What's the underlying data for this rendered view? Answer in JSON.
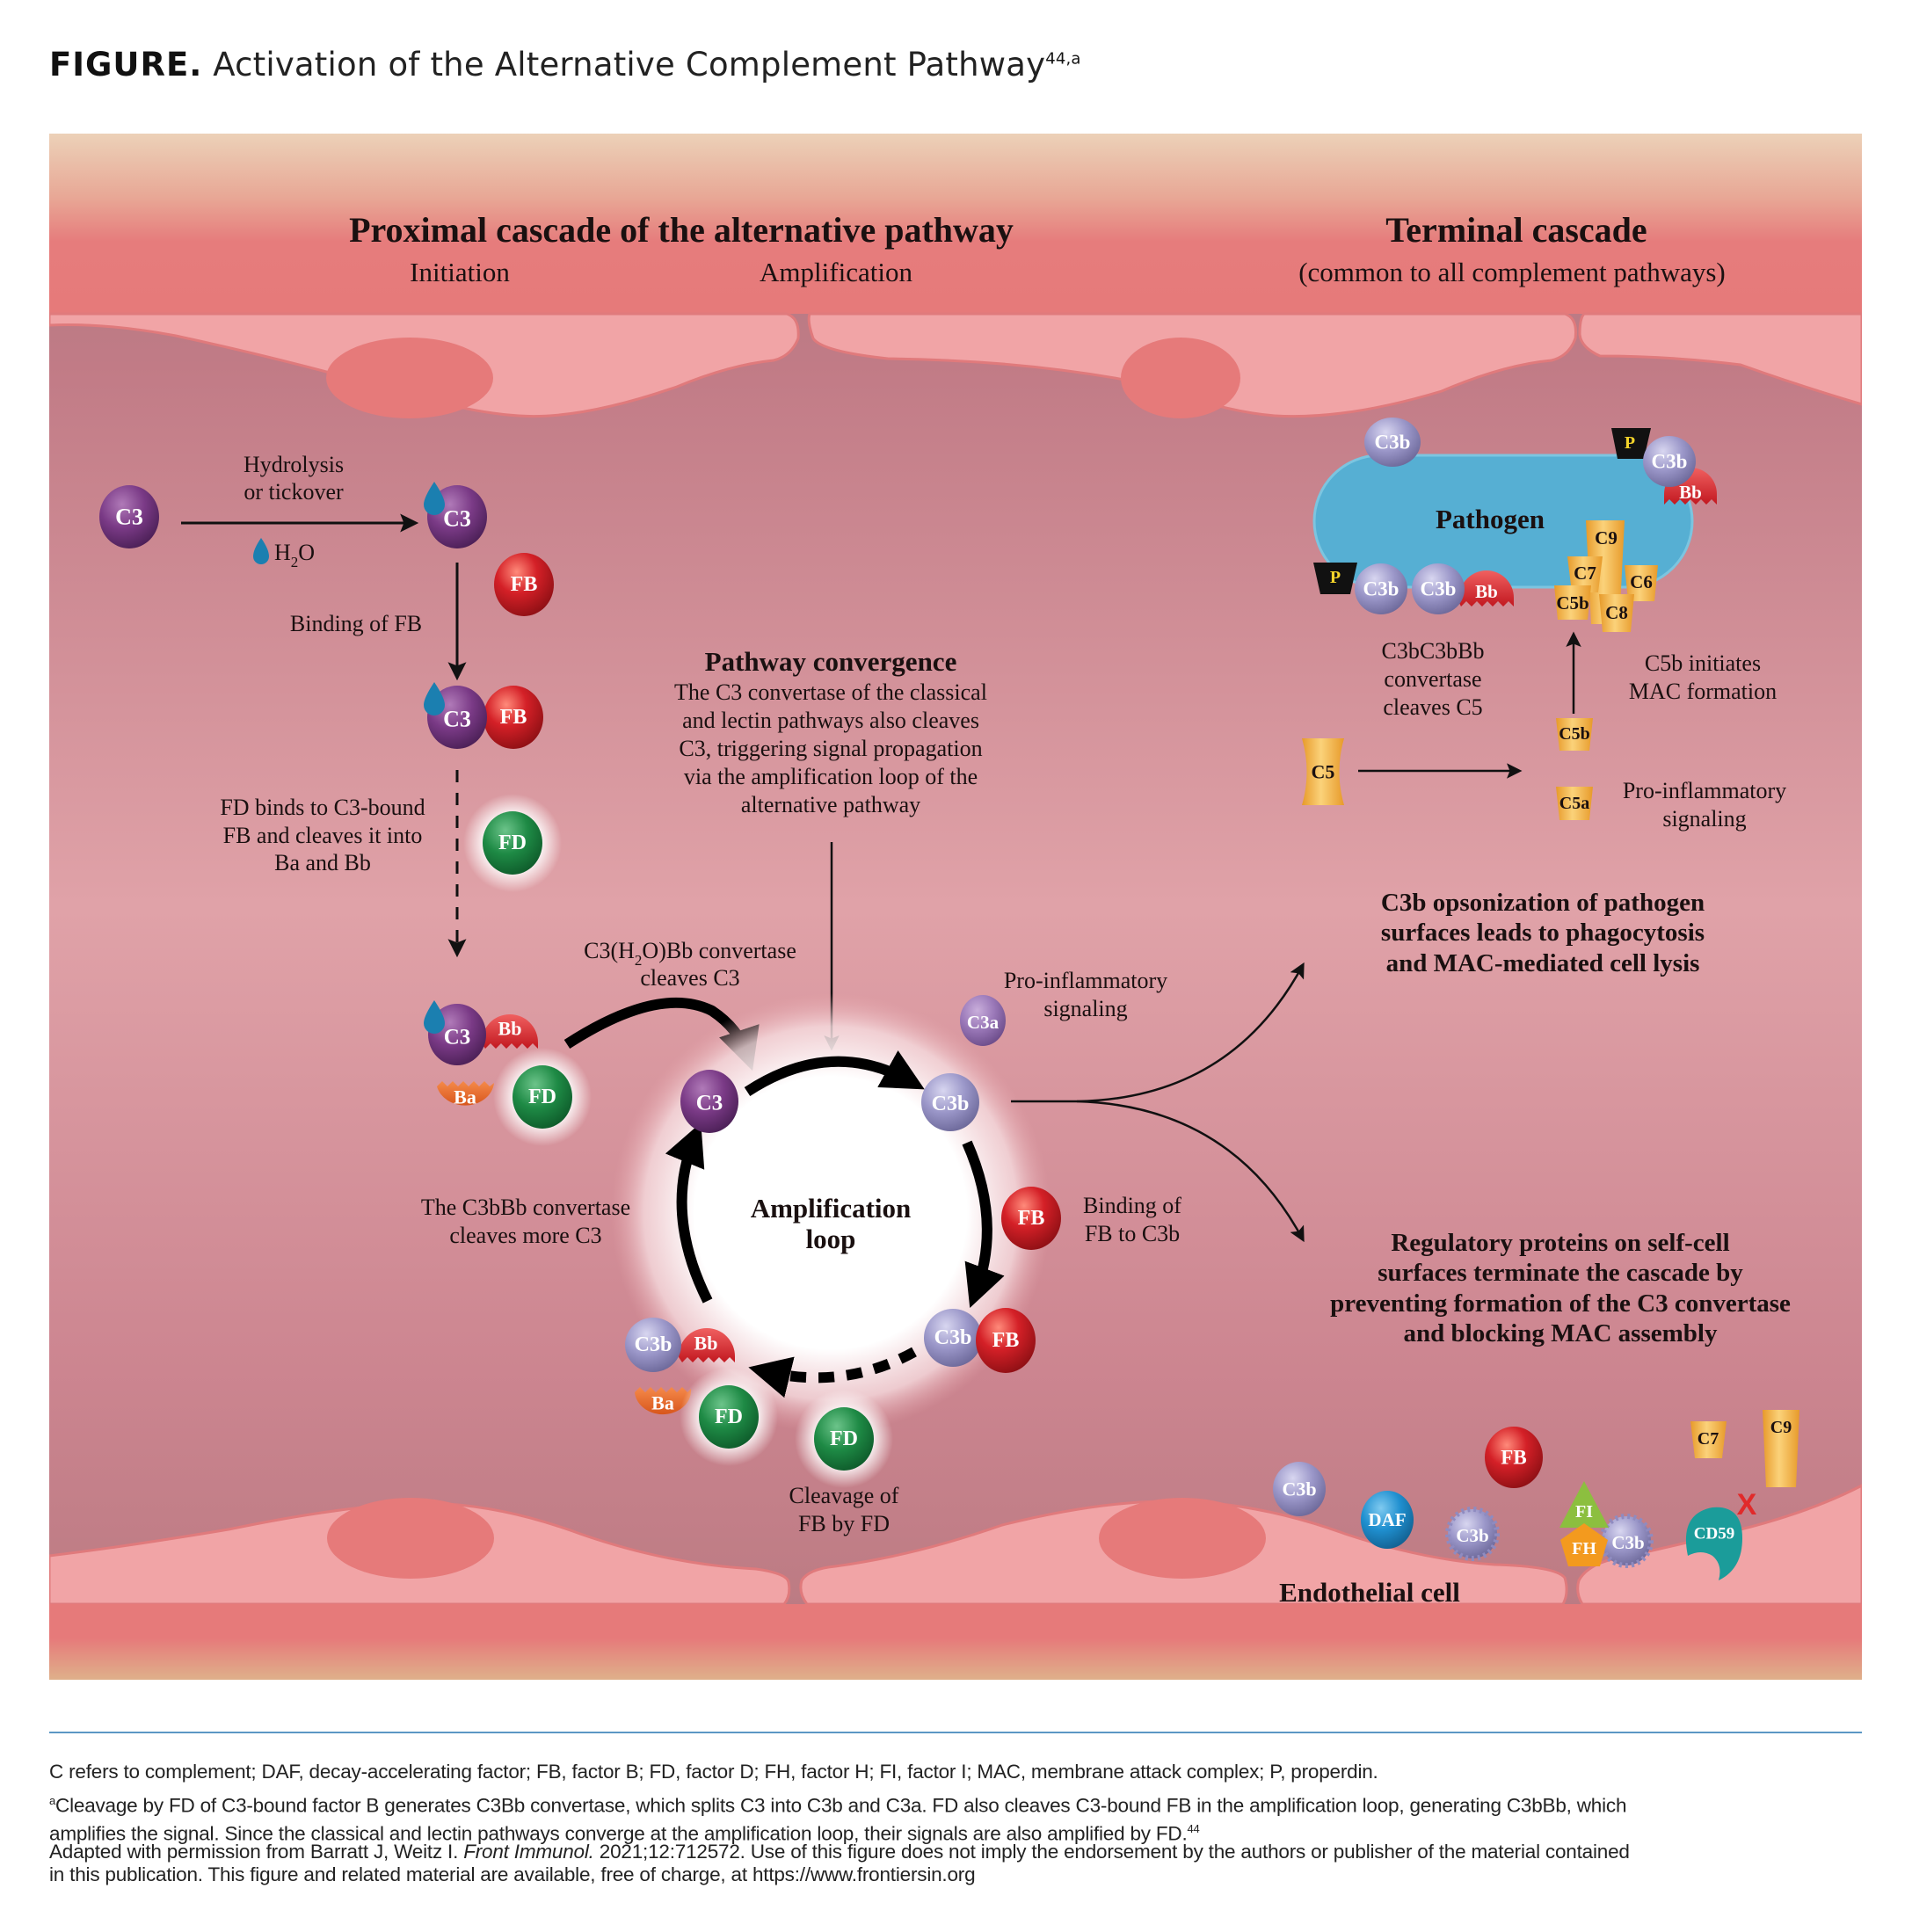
{
  "figure": {
    "label": "FIGURE.",
    "title": "Activation of the Alternative Complement Pathway",
    "title_superscript": "44,a"
  },
  "headings": {
    "proximal": "Proximal cascade of the alternative pathway",
    "initiation": "Initiation",
    "amplification": "Amplification",
    "terminal": "Terminal cascade",
    "terminal_sub": "(common to all complement pathways)"
  },
  "initiation": {
    "hydrolysis_line1": "Hydrolysis",
    "hydrolysis_line2": "or tickover",
    "water": "H",
    "water_sub": "2",
    "water_end": "O",
    "binding_fb": "Binding of FB",
    "fd_binds_1": "FD binds to C3-bound",
    "fd_binds_2": "FB and cleaves it into",
    "fd_binds_3": "Ba and Bb",
    "convertase_1_pre": "C3(H",
    "convertase_1_sub": "2",
    "convertase_1_post": "O)Bb convertase",
    "convertase_2": "cleaves C3"
  },
  "convergence": {
    "title": "Pathway convergence",
    "lines": [
      "The C3 convertase of the classical",
      "and lectin pathways also cleaves",
      "C3, triggering signal propagation",
      "via the amplification loop of the",
      "alternative pathway"
    ]
  },
  "loop": {
    "center_1": "Amplification",
    "center_2": "loop",
    "left_1": "The C3bBb convertase",
    "left_2": "cleaves more C3",
    "right_1": "Binding of",
    "right_2": "FB to C3b",
    "bottom_1": "Cleavage of",
    "bottom_2": "FB by FD",
    "proinf_1": "Pro-inflammatory",
    "proinf_2": "signaling"
  },
  "terminal": {
    "pathogen": "Pathogen",
    "convertase_1": "C3bC3bBb",
    "convertase_2": "convertase",
    "convertase_3": "cleaves C5",
    "c5b_1": "C5b initiates",
    "c5b_2": "MAC formation",
    "proinf_1": "Pro-inflammatory",
    "proinf_2": "signaling",
    "opsonization": [
      "C3b opsonization of pathogen",
      "surfaces leads to phagocytosis",
      "and MAC-mediated cell lysis"
    ],
    "regulatory": [
      "Regulatory proteins on self-cell",
      "surfaces terminate the cascade by",
      "preventing formation of the C3 convertase",
      "and blocking MAC assembly"
    ],
    "endothelial": "Endothelial cell"
  },
  "molecules": {
    "c3": "C3",
    "c3b": "C3b",
    "c3a": "C3a",
    "fb": "FB",
    "fd": "FD",
    "ba": "Ba",
    "bb": "Bb",
    "p": "P",
    "c5": "C5",
    "c5a": "C5a",
    "c5b": "C5b",
    "c6": "C6",
    "c7": "C7",
    "c8": "C8",
    "c9": "C9",
    "daf": "DAF",
    "fi": "FI",
    "fh": "FH",
    "cd59": "CD59",
    "blocked": "X"
  },
  "colors": {
    "c3": "#7a3a86",
    "c3b": "#9b97c9",
    "c3a": "#9a78b8",
    "fb": "#d42027",
    "fd": "#1e8a45",
    "ba": "#e8692d",
    "bb": "#d9222a",
    "mac": "#f2b544",
    "pathogen": "#56afd3",
    "daf": "#1f8fcf",
    "fi": "#8cbf3f",
    "fh": "#f39a1e",
    "cd59": "#1b9c9a",
    "water": "#1b7fb0",
    "rule": "#5b97c4"
  },
  "footer": {
    "abbrev": "C refers to complement; DAF, decay-accelerating factor; FB, factor B; FD, factor D; FH, factor H; FI, factor I; MAC, membrane attack complex; P, properdin.",
    "note_mark": "a",
    "note_line1": "Cleavage by FD of C3-bound factor B generates C3Bb convertase, which splits C3 into C3b and C3a. FD also cleaves C3-bound FB in the amplification loop, generating C3bBb, which",
    "note_line2": "amplifies the signal. Since the classical and lectin pathways converge at the amplification loop, their signals are also amplified by FD.",
    "note_ref": "44",
    "credit_pre": "Adapted with permission from Barratt J, Weitz I. ",
    "credit_journal": "Front Immunol.",
    "credit_post": " 2021;12:712572. Use of this figure does not imply the endorsement by the authors or publisher of the material contained",
    "credit_line2": "in this publication. This figure and related material are available, free of charge, at https://www.frontiersin.org"
  }
}
